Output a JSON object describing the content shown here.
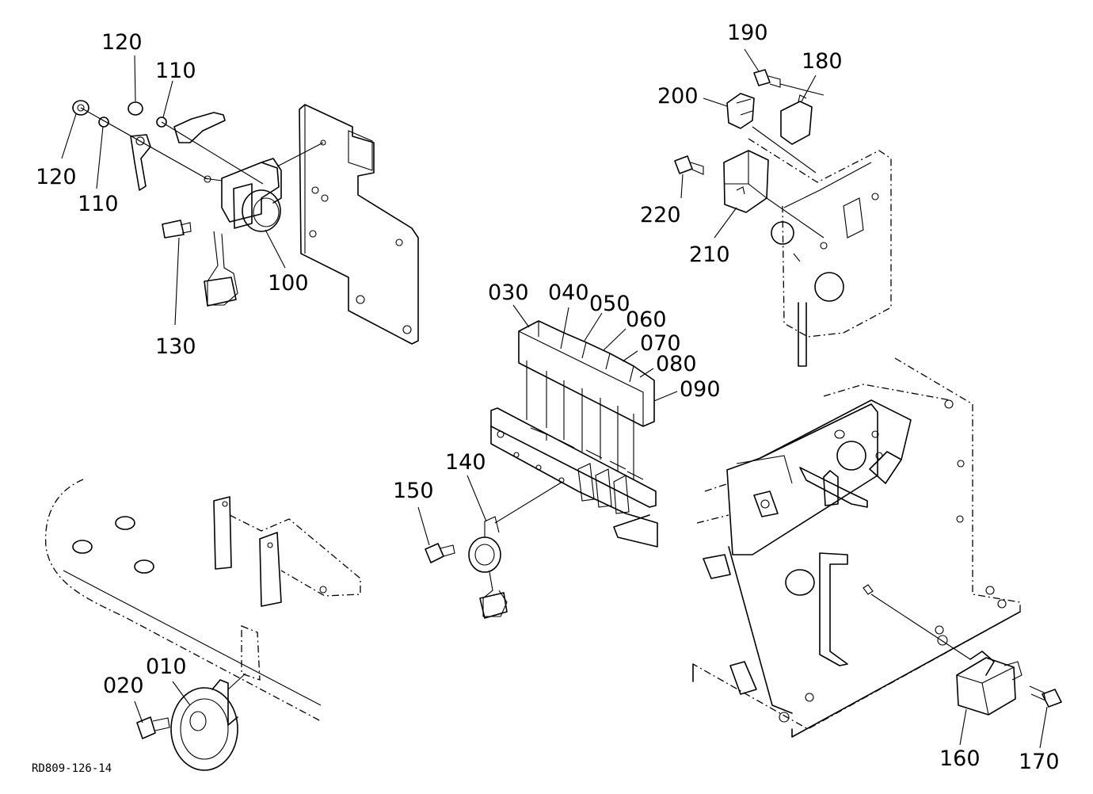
{
  "diagram_ref": "RD809-126-14",
  "callouts": {
    "c120a": "120",
    "c110a": "110",
    "c120b": "120",
    "c110b": "110",
    "c100": "100",
    "c130": "130",
    "c190": "190",
    "c180": "180",
    "c200": "200",
    "c220": "220",
    "c210": "210",
    "c030": "030",
    "c040": "040",
    "c050": "050",
    "c060": "060",
    "c070": "070",
    "c080": "080",
    "c090": "090",
    "c140": "140",
    "c150": "150",
    "c010": "010",
    "c020": "020",
    "c160": "160",
    "c170": "170"
  }
}
